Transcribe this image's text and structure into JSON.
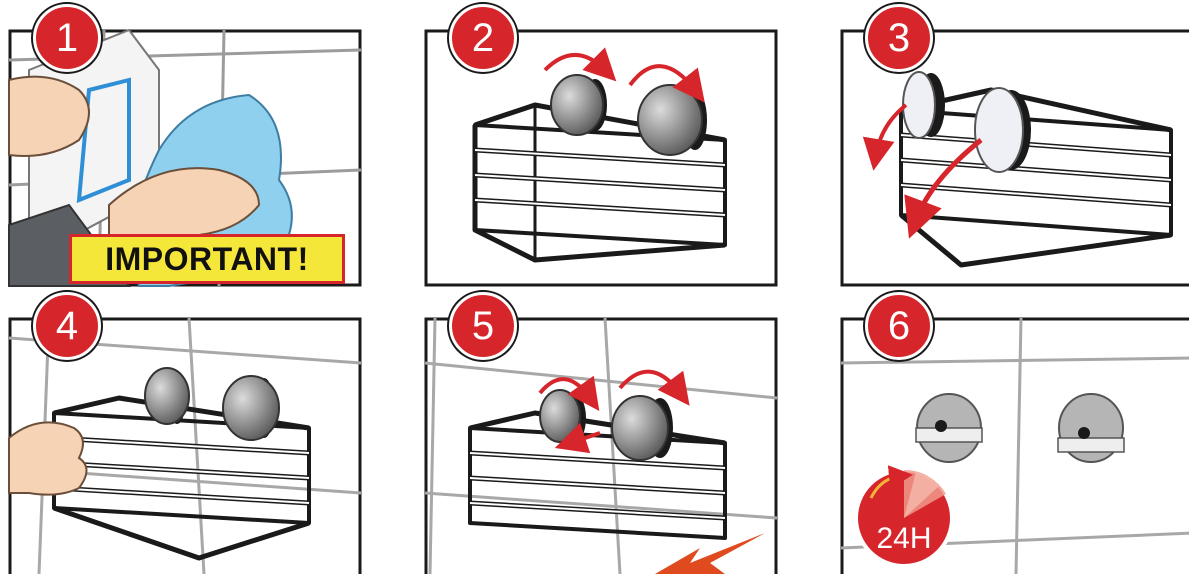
{
  "steps": [
    {
      "number": "1"
    },
    {
      "number": "2"
    },
    {
      "number": "3"
    },
    {
      "number": "4"
    },
    {
      "number": "5"
    },
    {
      "number": "6"
    }
  ],
  "step1": {
    "warning_label": "IMPORTANT!"
  },
  "step6": {
    "timer_label": "24H"
  },
  "colors": {
    "badge": "#d7262b",
    "arrow": "#d7262b",
    "warning_fill": "#f5e63a",
    "cloth": "#8fd0ef",
    "skin": "#f6d3b5",
    "tile_grout": "#a8a8a8",
    "metal": "#8d8d8d"
  }
}
